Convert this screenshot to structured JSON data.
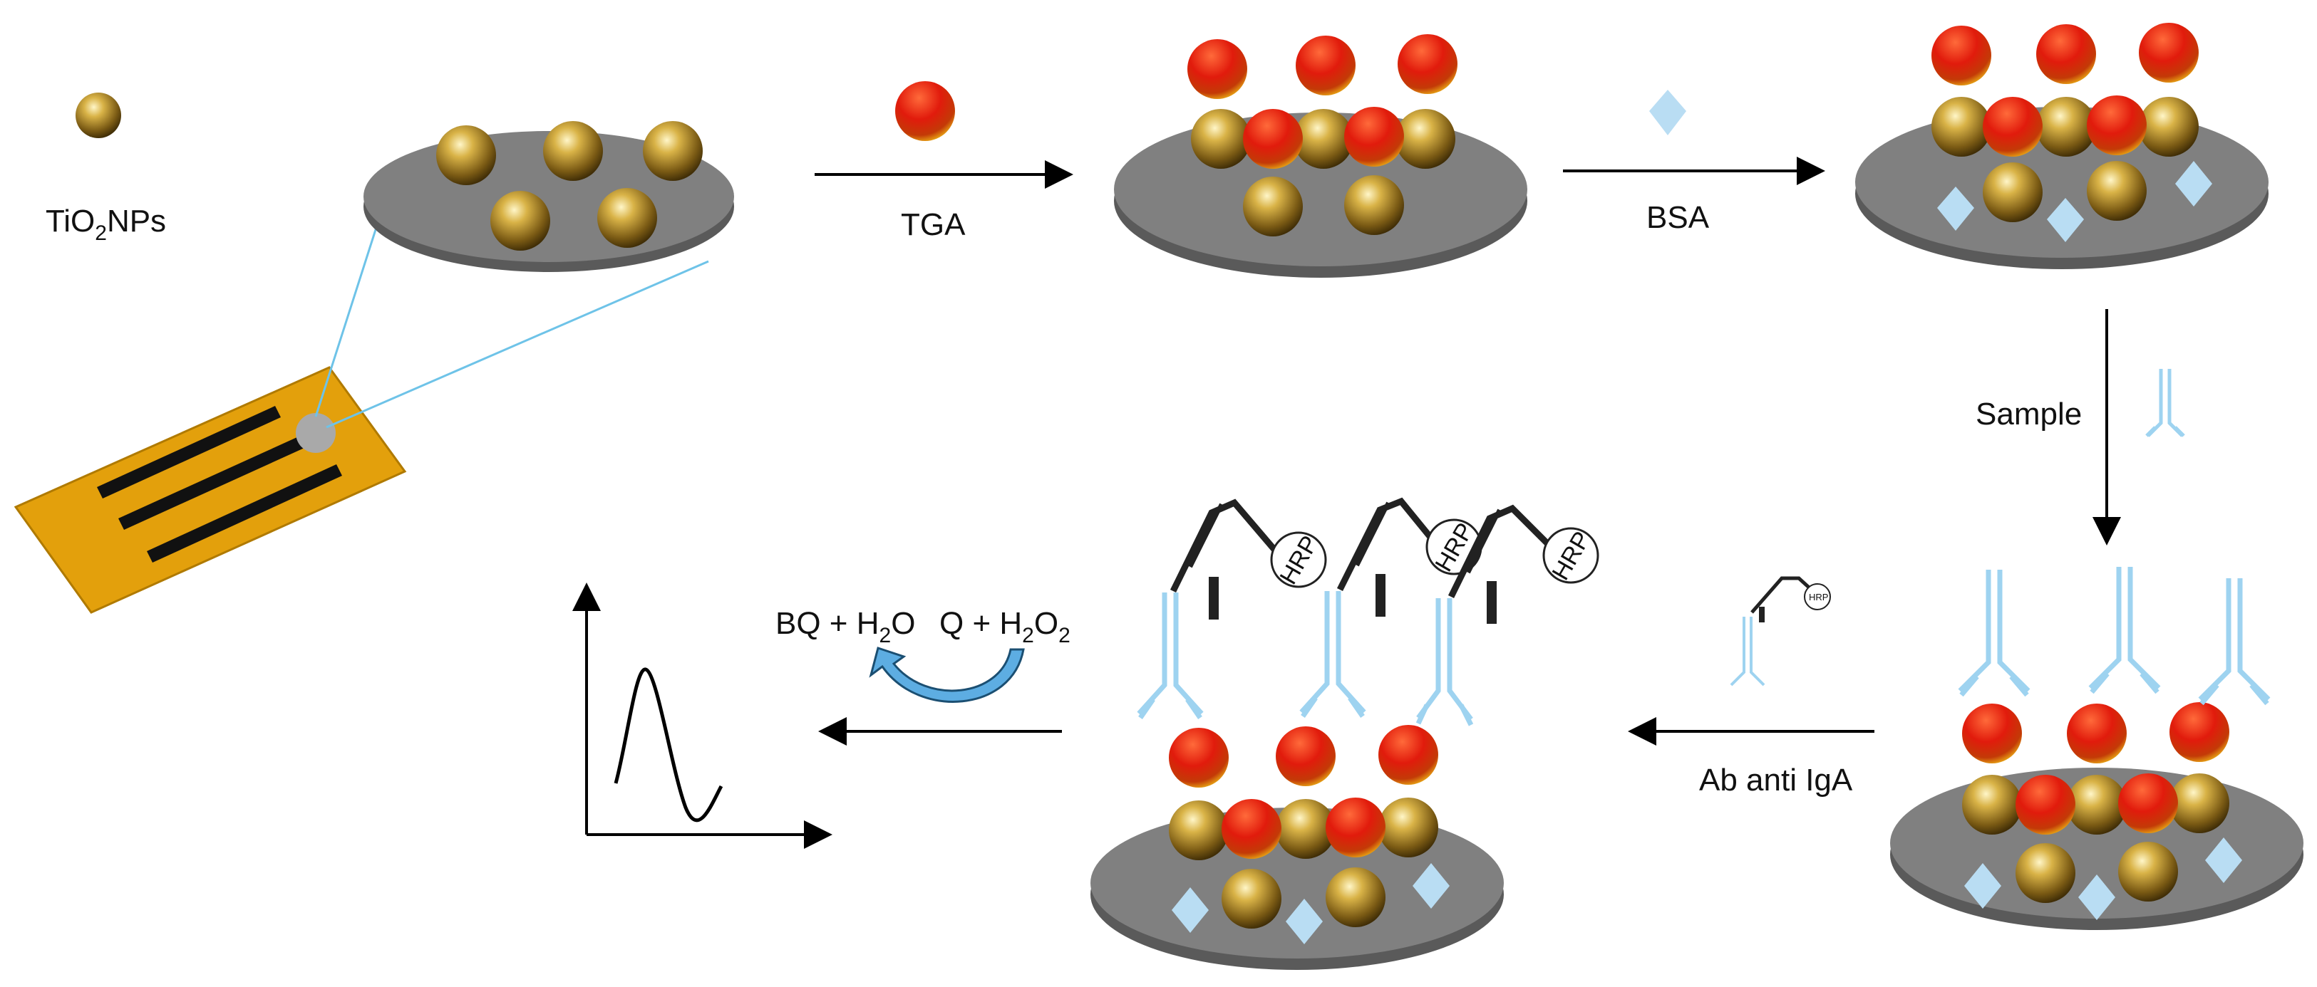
{
  "labels": {
    "tio2_prefix": "TiO",
    "tio2_sub": "2",
    "tio2_suffix": "NPs",
    "tga": "TGA",
    "bsa": "BSA",
    "sample": "Sample",
    "ab_anti_iga": "Ab anti IgA",
    "hrp": "HRP",
    "bq": "BQ + H",
    "bq_sub": "2",
    "bq_o": "O",
    "q": "Q + H",
    "q_sub1": "2",
    "q_o": "O",
    "q_sub2": "2"
  },
  "colors": {
    "electrode_board": "#E3A00C",
    "electrode_lines": "#111111",
    "disc_top": "#808080",
    "disc_edge": "#5a5a5a",
    "zoom_lines": "#6EC3E8",
    "antibody": "#9ED3F0",
    "bsa_diamond": "#B9DDF3",
    "redox_arrow": "#2E86C1",
    "nanoparticle_gold": "#C9A227",
    "tga_red": "#E11B0C"
  }
}
